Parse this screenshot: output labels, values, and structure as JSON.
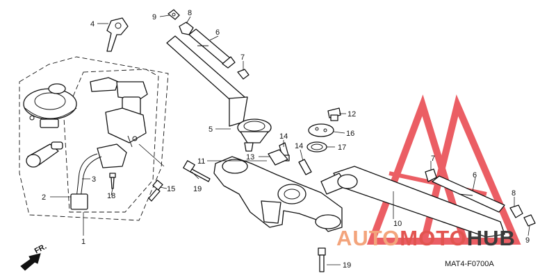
{
  "diagram": {
    "code": "MAT4-F0700A",
    "direction_label": "FR.",
    "callouts": [
      "1",
      "2",
      "3",
      "4",
      "5",
      "6",
      "7",
      "8",
      "9",
      "10",
      "11",
      "12",
      "13",
      "14",
      "15",
      "16",
      "17",
      "18",
      "19"
    ]
  },
  "watermark": {
    "part1": "AUTO",
    "part2": "MOTO",
    "part3": "HUB",
    "colors": {
      "auto": "#f3a47c",
      "moto": "#e25450",
      "hub": "#3a3a3a",
      "triangle": "#e8434a"
    }
  }
}
